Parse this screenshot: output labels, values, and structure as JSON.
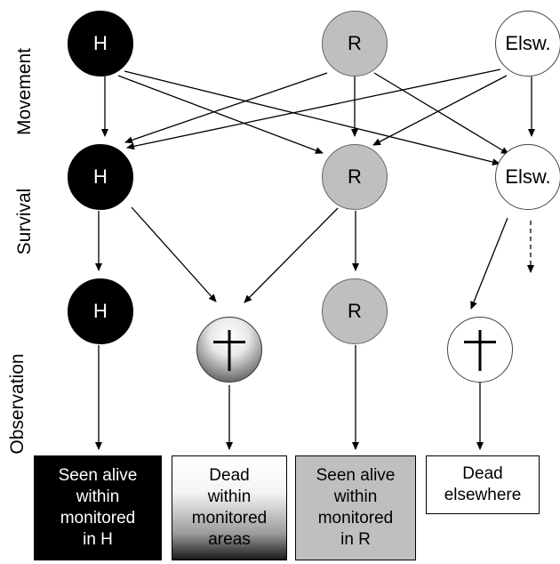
{
  "row_labels": {
    "movement": "Movement",
    "survival": "Survival",
    "observation": "Observation"
  },
  "nodes": {
    "movement_h": "H",
    "movement_r": "R",
    "movement_e": "Elsw.",
    "survival_h": "H",
    "survival_r": "R",
    "survival_e": "Elsw.",
    "observation_h": "H",
    "observation_r": "R"
  },
  "outcomes": {
    "seen_h": "Seen alive\nwithin\nmonitored\nin H",
    "dead_monitored": "Dead\nwithin\nmonitored\nareas",
    "seen_r": "Seen alive\nwithin\nmonitored\nin R",
    "dead_elsewhere": "Dead\nelsewhere"
  },
  "colors": {
    "h": "#000000",
    "r": "#bfbfbf",
    "elsewhere": "#ffffff"
  }
}
